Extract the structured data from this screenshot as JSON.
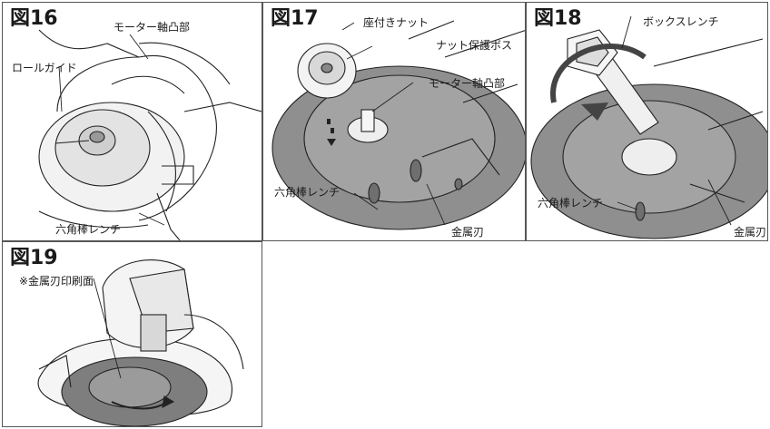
{
  "figures": [
    {
      "title": "図16",
      "labels": {
        "motor_shaft": "モーター軸凸部",
        "roll_guide": "ロールガイド",
        "hex_wrench": "六角棒レンチ"
      }
    },
    {
      "title": "図17",
      "labels": {
        "seated_nut": "座付きナット",
        "nut_boss": "ナット保護ボス",
        "motor_shaft": "モーター軸凸部",
        "hex_wrench": "六角棒レンチ",
        "metal_blade": "金属刃"
      }
    },
    {
      "title": "図18",
      "labels": {
        "box_wrench": "ボックスレンチ",
        "hex_wrench": "六角棒レンチ",
        "metal_blade": "金属刃"
      }
    },
    {
      "title": "図19",
      "labels": {
        "print_side": "※金属刃印刷面"
      }
    }
  ]
}
